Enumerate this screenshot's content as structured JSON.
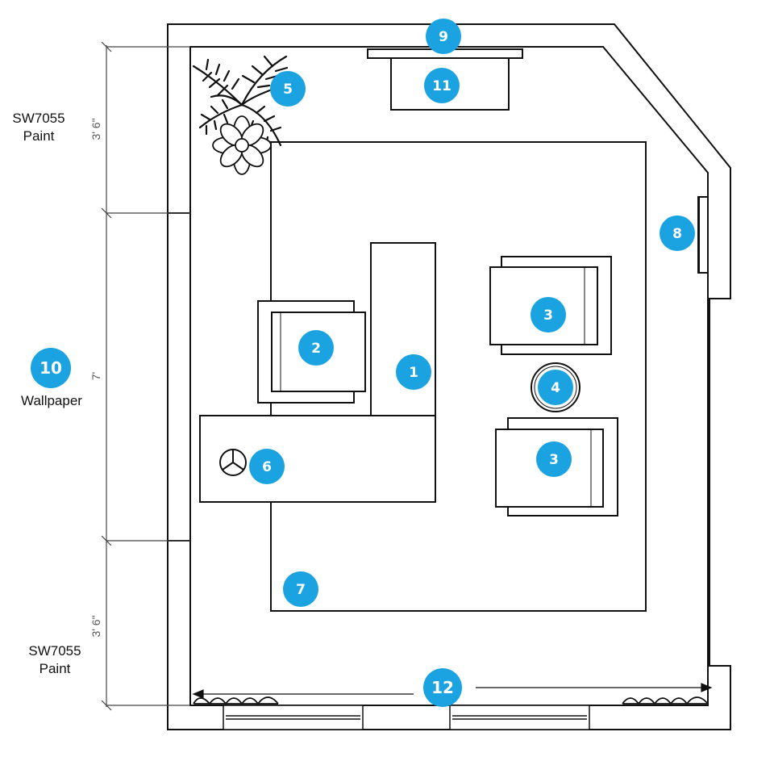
{
  "labels": {
    "top_left_code": "SW7055",
    "top_left_type": "Paint",
    "middle_left_type": "Wallpaper",
    "bottom_left_code": "SW7055",
    "bottom_left_type": "Paint"
  },
  "dimensions": {
    "top_segment": "3' 6\"",
    "middle_segment": "7'",
    "bottom_segment": "3' 6\""
  },
  "badges": {
    "b1": "1",
    "b2": "2",
    "b3a": "3",
    "b3b": "3",
    "b4": "4",
    "b5": "5",
    "b6": "6",
    "b7": "7",
    "b8": "8",
    "b9": "9",
    "b10": "10",
    "b11": "11",
    "b12": "12"
  },
  "colors": {
    "badge": "#1aa3e0",
    "line": "#111111",
    "dimension_line": "#444444"
  }
}
